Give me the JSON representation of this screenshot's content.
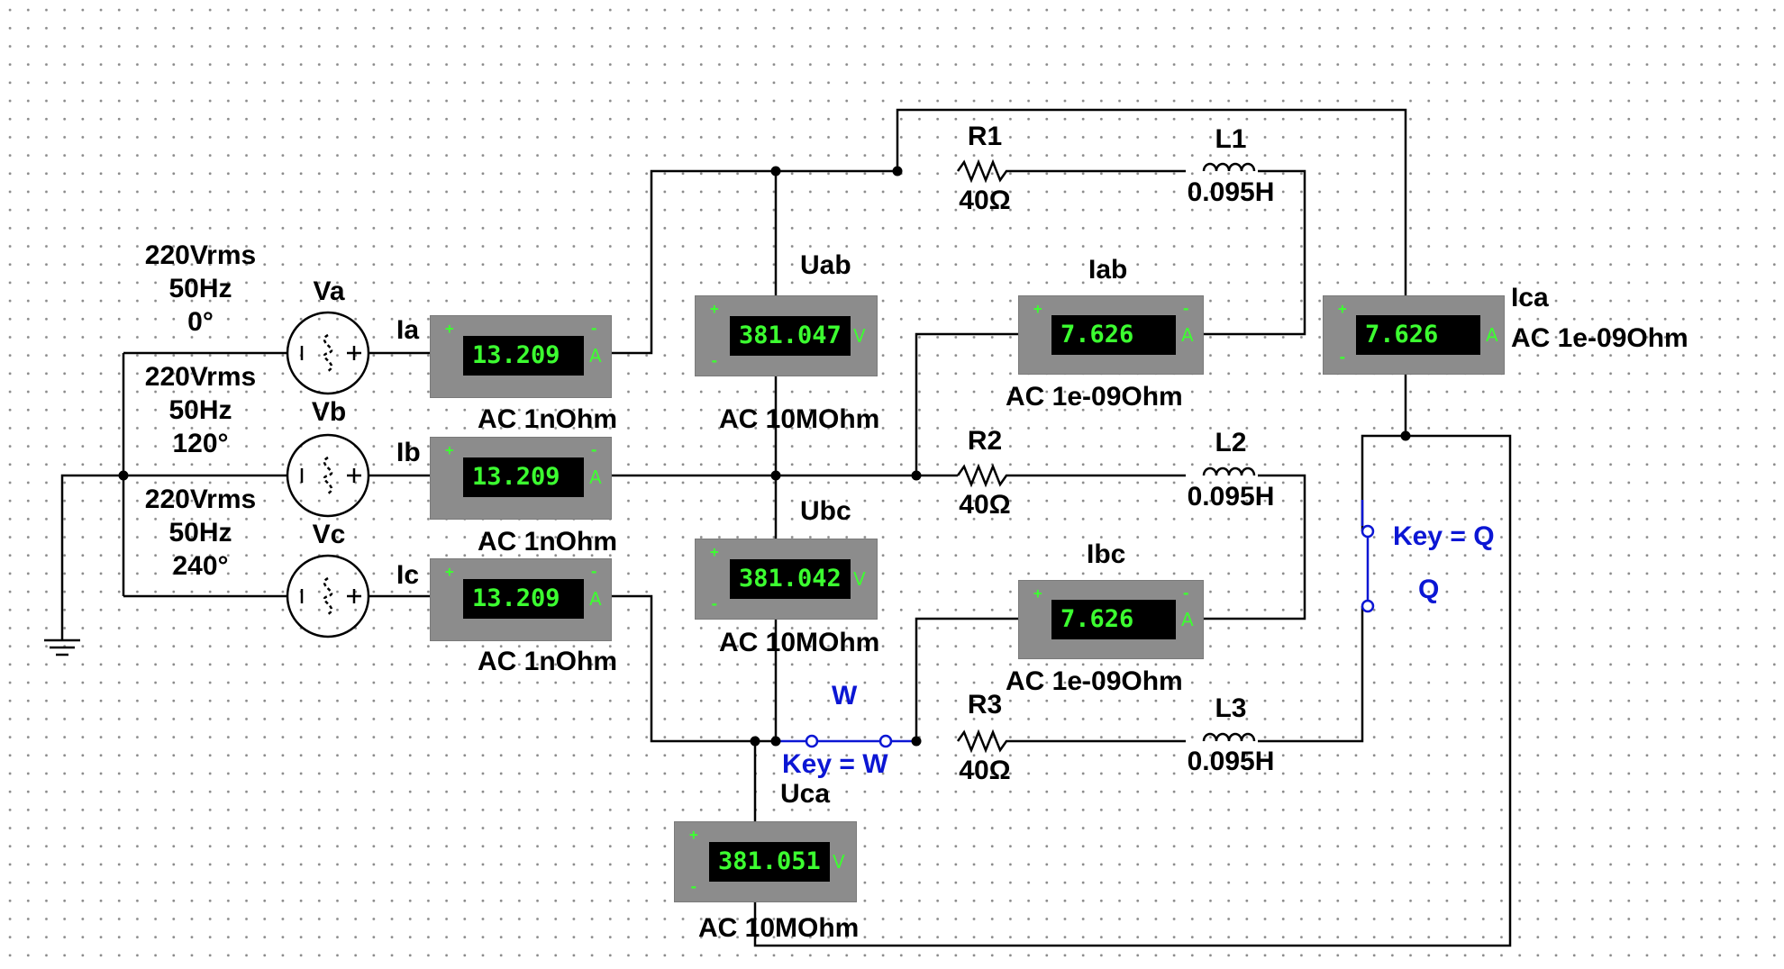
{
  "sources": {
    "va": {
      "name": "Va",
      "voltage": "220Vrms",
      "freq": "50Hz",
      "phase": "0°"
    },
    "vb": {
      "name": "Vb",
      "voltage": "220Vrms",
      "freq": "50Hz",
      "phase": "120°"
    },
    "vc": {
      "name": "Vc",
      "voltage": "220Vrms",
      "freq": "50Hz",
      "phase": "240°"
    }
  },
  "ammeters": {
    "ia": {
      "label": "Ia",
      "value": "13.209",
      "unit": "A",
      "setting": "AC  1nOhm"
    },
    "ib": {
      "label": "Ib",
      "value": "13.209",
      "unit": "A",
      "setting": "AC  1nOhm"
    },
    "ic": {
      "label": "Ic",
      "value": "13.209",
      "unit": "A",
      "setting": "AC  1nOhm"
    },
    "iab": {
      "label": "Iab",
      "value": "7.626",
      "unit": "A",
      "setting": "AC  1e-09Ohm"
    },
    "ibc": {
      "label": "Ibc",
      "value": "7.626",
      "unit": "A",
      "setting": "AC  1e-09Ohm"
    },
    "ica": {
      "label": "Ica",
      "value": "7.626",
      "unit": "A",
      "setting": "AC  1e-09Ohm"
    }
  },
  "voltmeters": {
    "uab": {
      "label": "Uab",
      "value": "381.047",
      "unit": "V",
      "setting": "AC  10MOhm"
    },
    "ubc": {
      "label": "Ubc",
      "value": "381.042",
      "unit": "V",
      "setting": "AC  10MOhm"
    },
    "uca": {
      "label": "Uca",
      "value": "381.051",
      "unit": "V",
      "setting": "AC  10MOhm"
    }
  },
  "resistors": {
    "r1": {
      "name": "R1",
      "value": "40Ω"
    },
    "r2": {
      "name": "R2",
      "value": "40Ω"
    },
    "r3": {
      "name": "R3",
      "value": "40Ω"
    }
  },
  "inductors": {
    "l1": {
      "name": "L1",
      "value": "0.095H"
    },
    "l2": {
      "name": "L2",
      "value": "0.095H"
    },
    "l3": {
      "name": "L3",
      "value": "0.095H"
    }
  },
  "switches": {
    "w": {
      "name": "W",
      "key": "Key = W"
    },
    "q": {
      "name": "Q",
      "key": "Key = Q"
    }
  },
  "meter_signs": {
    "plus": "+",
    "minus": "-"
  },
  "colors": {
    "wire": "#000000",
    "switch": "#0b16d4",
    "meter_body": "#8c8c8c",
    "display_text": "#3cff30"
  }
}
